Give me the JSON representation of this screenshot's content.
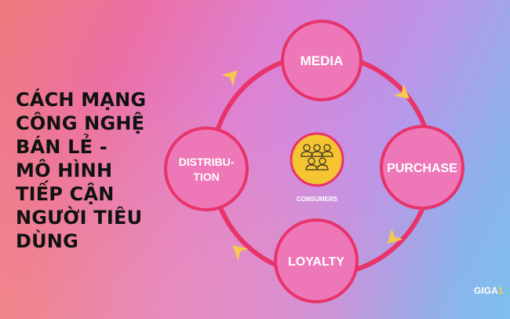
{
  "colors": {
    "ring": "#e8336b",
    "node_fill": "#ee77b8",
    "node_stroke": "#e8336b",
    "arrow": "#f6c84b",
    "center_fill": "#f4c531",
    "center_stroke": "#e8336b",
    "headline": "#111111"
  },
  "headline": "CÁCH MẠNG CÔNG NGHỆ BÁN LẺ - MÔ HÌNH TIẾP CẬN NGƯỜI TIÊU DÙNG",
  "diagram": {
    "nodes": {
      "media": "MEDIA",
      "purchase": "PURCHASE",
      "loyalty": "LOYALTY",
      "distribution_line1": "DISTRIBU-",
      "distribution_line2": "TION"
    },
    "center": {
      "label": "CONSUMERS",
      "icon": "people-group-icon"
    },
    "arrow_icon": "chevron-arrow-icon"
  },
  "brand": {
    "prefix": "GIGA",
    "suffix": "1"
  }
}
